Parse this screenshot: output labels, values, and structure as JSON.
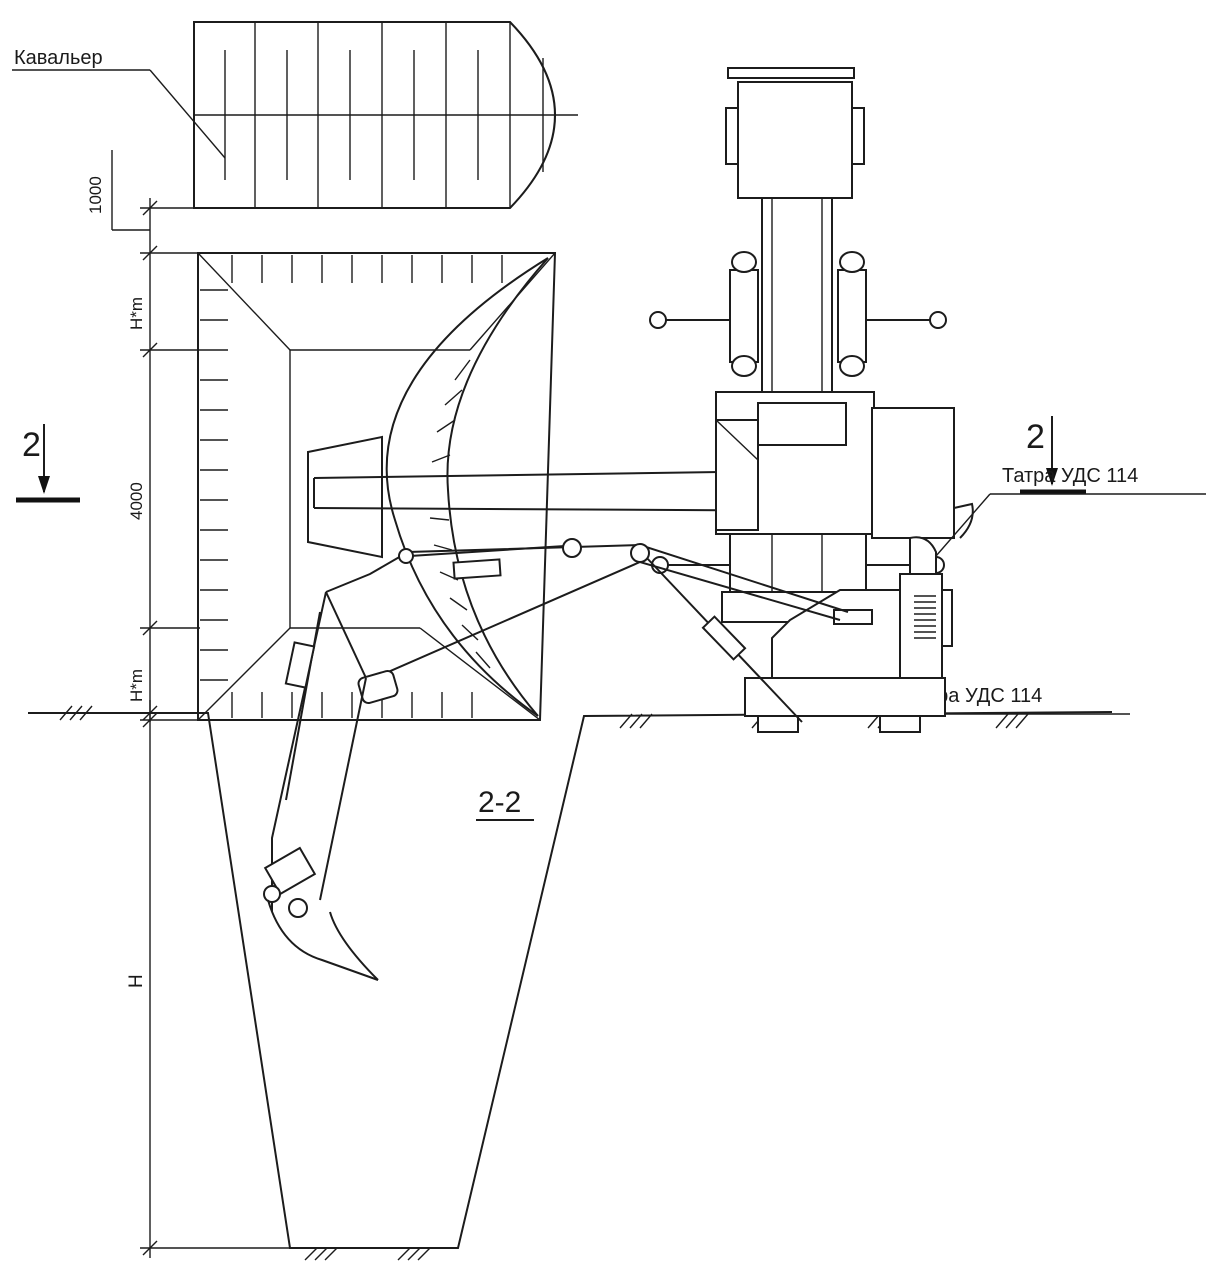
{
  "labels": {
    "kavalier": "Кавальер",
    "tatra_plan": "Татра УДС 114",
    "tatra_section": "Татра УДС 114",
    "section_title": "2-2",
    "section_mark_left": "2",
    "section_mark_right": "2"
  },
  "dimensions": {
    "d1000": "1000",
    "hm_top": "H*m",
    "d4000": "4000",
    "hm_bottom": "H*m",
    "h_depth": "H"
  }
}
